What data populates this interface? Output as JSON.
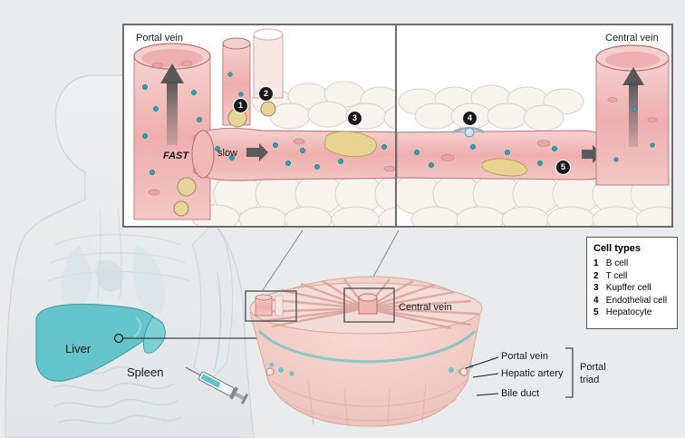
{
  "panels": {
    "left_title": "Portal vein",
    "right_title": "Central vein",
    "fast_label": "FAST",
    "slow_label": "slow"
  },
  "badges": [
    "1",
    "2",
    "3",
    "4",
    "5"
  ],
  "body": {
    "liver_label": "Liver",
    "spleen_label": "Spleen"
  },
  "lobule": {
    "central_vein_label": "Central vein",
    "portal_vein_label": "Portal vein",
    "hepatic_artery_label": "Hepatic artery",
    "bile_duct_label": "Bile duct",
    "portal_triad_label_1": "Portal",
    "portal_triad_label_2": "triad"
  },
  "legend": {
    "title": "Cell types",
    "items": [
      {
        "num": "1",
        "label": "B cell"
      },
      {
        "num": "2",
        "label": "T cell"
      },
      {
        "num": "3",
        "label": "Kupffer cell"
      },
      {
        "num": "4",
        "label": "Endothelial cell"
      },
      {
        "num": "5",
        "label": "Hepatocyte"
      }
    ]
  },
  "colors": {
    "background": "#e9ebec",
    "vessel_pink": "#f2c4c4",
    "vessel_dark": "#d98e8e",
    "liver_teal": "#5fc3c8",
    "cell_dot": "#2fa0b0",
    "hepatocyte": "#f7f4f0"
  }
}
